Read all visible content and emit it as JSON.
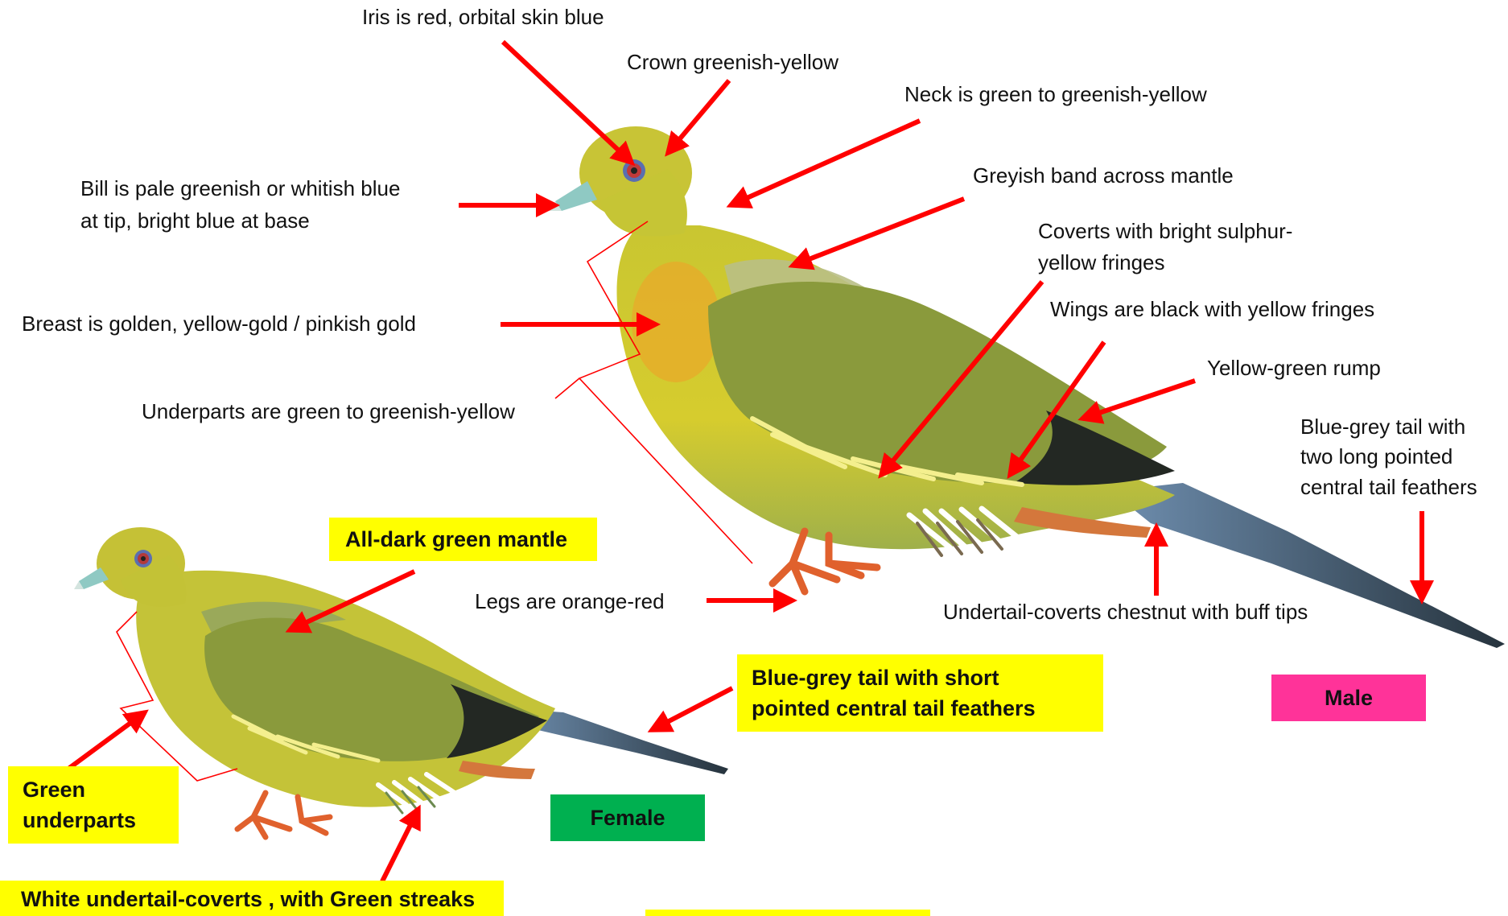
{
  "labels": {
    "iris": "Iris is red, orbital skin blue",
    "crown": "Crown  greenish-yellow",
    "neck": "Neck is green to greenish-yellow",
    "bill_line1": "Bill is pale greenish or whitish blue",
    "bill_line2": "at tip, bright blue at base",
    "greyish_band": "Greyish band across mantle",
    "coverts_line1": "Coverts with bright sulphur-",
    "coverts_line2": "yellow fringes",
    "wings": "Wings are black with yellow fringes",
    "breast": "Breast is golden, yellow-gold / pinkish gold",
    "rump": "Yellow-green rump",
    "underparts": "Underparts are   green to greenish-yellow",
    "tail_male_line1": "Blue-grey tail  with",
    "tail_male_line2": "two long pointed",
    "tail_male_line3": "central tail feathers",
    "legs": "Legs are orange-red",
    "undertail_male": "Undertail-coverts chestnut with buff tips"
  },
  "boxes": {
    "all_dark_mantle": "All-dark green mantle",
    "tail_female_line1": "Blue-grey tail  with short",
    "tail_female_line2": "pointed central tail feathers",
    "male": "Male",
    "green_underparts_line1": "Green",
    "green_underparts_line2": "underparts",
    "female": "Female",
    "white_undertail": "White undertail-coverts , with Green streaks"
  },
  "colors": {
    "arrow": "#ff0000",
    "highlight_yellow": "#ffff00",
    "male_badge": "#ff3399",
    "female_badge": "#00b050"
  }
}
